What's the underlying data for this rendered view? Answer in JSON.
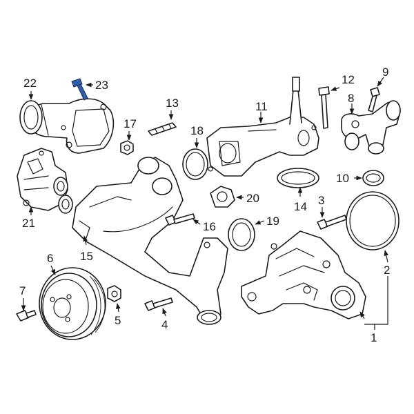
{
  "diagram": {
    "highlight_color": "#2f5da8",
    "callouts": [
      {
        "id": "c1",
        "label": "1"
      },
      {
        "id": "c2",
        "label": "2"
      },
      {
        "id": "c3",
        "label": "3"
      },
      {
        "id": "c4",
        "label": "4"
      },
      {
        "id": "c5",
        "label": "5"
      },
      {
        "id": "c6",
        "label": "6"
      },
      {
        "id": "c7",
        "label": "7"
      },
      {
        "id": "c8",
        "label": "8"
      },
      {
        "id": "c9",
        "label": "9"
      },
      {
        "id": "c10",
        "label": "10"
      },
      {
        "id": "c11",
        "label": "11"
      },
      {
        "id": "c12",
        "label": "12"
      },
      {
        "id": "c13",
        "label": "13"
      },
      {
        "id": "c14",
        "label": "14"
      },
      {
        "id": "c15",
        "label": "15"
      },
      {
        "id": "c16",
        "label": "16"
      },
      {
        "id": "c17",
        "label": "17"
      },
      {
        "id": "c18",
        "label": "18"
      },
      {
        "id": "c19",
        "label": "19"
      },
      {
        "id": "c20",
        "label": "20"
      },
      {
        "id": "c21",
        "label": "21"
      },
      {
        "id": "c22",
        "label": "22"
      },
      {
        "id": "c23",
        "label": "23"
      }
    ]
  }
}
